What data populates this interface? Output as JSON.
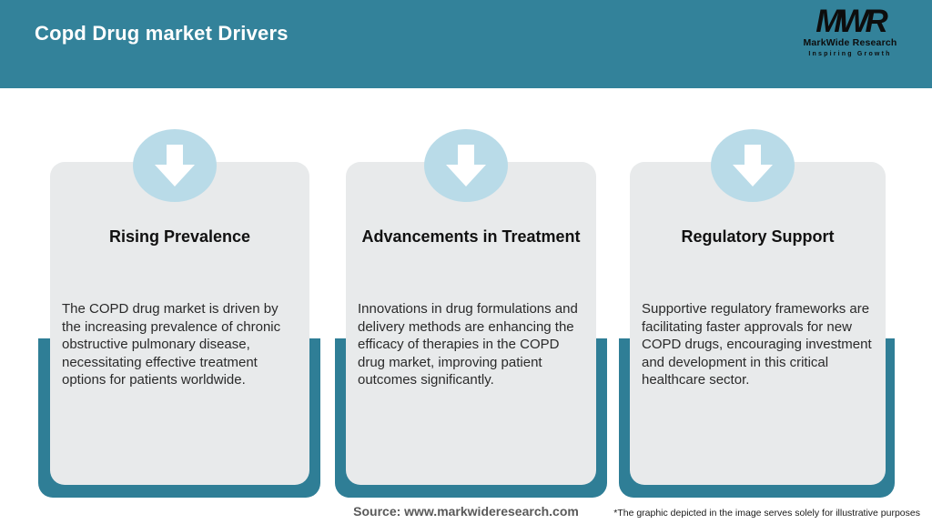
{
  "header": {
    "title": "Copd Drug market Drivers",
    "logo": {
      "acronym": "MWR",
      "name": "MarkWide Research",
      "tagline": "Inspiring Growth"
    }
  },
  "cards": [
    {
      "icon": "down-arrow",
      "title": "Rising Prevalence",
      "description": "The COPD drug market is driven by the increasing prevalence of chronic obstructive pulmonary disease, necessitating effective treatment options for patients worldwide."
    },
    {
      "icon": "down-arrow",
      "title": "Advancements in Treatment",
      "description": "Innovations in drug formulations and delivery methods are enhancing the efficacy of therapies in the COPD drug market, improving patient outcomes significantly."
    },
    {
      "icon": "down-arrow",
      "title": "Regulatory Support",
      "description": "Supportive regulatory frameworks are facilitating faster approvals for new COPD drugs, encouraging investment and development in this critical healthcare sector."
    }
  ],
  "footer": {
    "source": "Source: www.markwideresearch.com",
    "disclaimer": "*The graphic depicted in the image serves solely for illustrative purposes"
  },
  "colors": {
    "header_bg": "#33829A",
    "card_backing": "#2F7E96",
    "card_bg": "#E8EAEB",
    "icon_circle": "#B9DBE8",
    "header_title_text": "#FFFFFF",
    "source_text": "#595959"
  }
}
